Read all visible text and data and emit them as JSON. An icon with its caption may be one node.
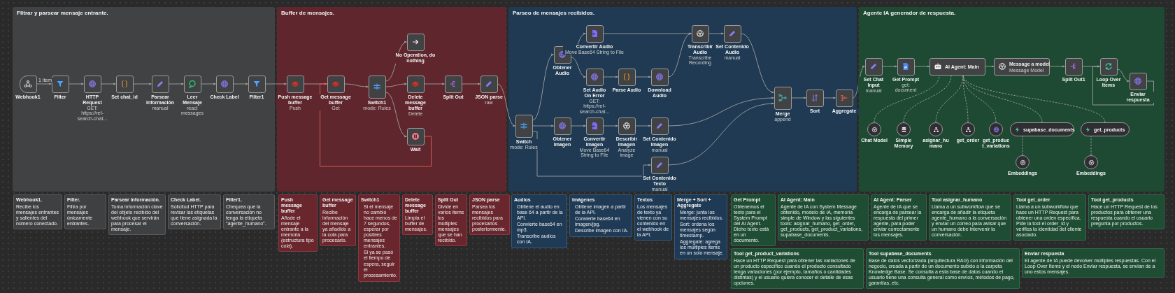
{
  "diagram": {
    "nodes": [
      {
        "text": [
          "Filtrar y parsear mensaje entrante."
        ]
      },
      {
        "text": [
          "Webhook1"
        ],
        "in": 0
      },
      {
        "text": [
          "Filter"
        ],
        "in": 0
      },
      {
        "text": [
          "HTTP Request",
          "GET: https://ref-search-chat..."
        ],
        "in": 0
      },
      {
        "text": [
          "Set chat_id"
        ],
        "in": 0
      },
      {
        "text": [
          "Parsear información",
          "manual"
        ],
        "in": 0
      },
      {
        "text": [
          "Leer Mensaje",
          "read: messages"
        ],
        "in": 0
      },
      {
        "text": [
          "Check Label"
        ],
        "in": 0
      },
      {
        "text": [
          "Filter1"
        ],
        "in": 0
      },
      {
        "text": [
          "Buffer de mensajes."
        ]
      },
      {
        "text": [
          "Push message buffer",
          "Push"
        ],
        "in": 9
      },
      {
        "text": [
          "Get message buffer",
          "Get"
        ],
        "in": 9
      },
      {
        "text": [
          "Switch1",
          "mode: Rules"
        ],
        "in": 9
      },
      {
        "text": [
          "No Operation, do nothing"
        ],
        "in": 9
      },
      {
        "text": [
          "Delete message buffer",
          "Delete"
        ],
        "in": 9
      },
      {
        "text": [
          "Wait"
        ],
        "in": 9
      },
      {
        "text": [
          "Split Out"
        ],
        "in": 9
      },
      {
        "text": [
          "JSON parse",
          "raw"
        ],
        "in": 9
      },
      {
        "text": [
          "Parseo de mensajes recibidos."
        ]
      },
      {
        "text": [
          "Switch",
          "mode: Rules"
        ],
        "in": 18
      },
      {
        "text": [
          "Obtener Audio"
        ],
        "in": 18
      },
      {
        "text": [
          "Convertir Audio",
          "Move Base64 String to File"
        ],
        "in": 18
      },
      {
        "text": [
          "Set Audio On Error",
          "GET: https://ref-search-chat..."
        ],
        "in": 18
      },
      {
        "text": [
          "Parse Audio"
        ],
        "in": 18
      },
      {
        "text": [
          "Download Audio"
        ],
        "in": 18
      },
      {
        "text": [
          "Transcribir Audio",
          "Transcribe Recording"
        ],
        "in": 18
      },
      {
        "text": [
          "Set Contenido Audio",
          "manual"
        ],
        "in": 18
      },
      {
        "text": [
          "Obtener Imagen"
        ],
        "in": 18
      },
      {
        "text": [
          "Convertir Imagen",
          "Move Base64 String to File"
        ],
        "in": 18
      },
      {
        "text": [
          "Describir Imagen",
          "Analyze image"
        ],
        "in": 18
      },
      {
        "text": [
          "Set Contenido Imagen",
          "manual"
        ],
        "in": 18
      },
      {
        "text": [
          "Set Contenido Texto",
          "manual"
        ],
        "in": 18
      },
      {
        "text": [
          "Merge",
          "append"
        ],
        "in": 18
      },
      {
        "text": [
          "Sort"
        ],
        "in": 18
      },
      {
        "text": [
          "Aggregate"
        ],
        "in": 18
      },
      {
        "text": [
          "Agente IA generador de respuesta."
        ]
      },
      {
        "text": [
          "Set Chat Input",
          "manual"
        ],
        "in": 35
      },
      {
        "text": [
          "Get Prompt",
          "get: document"
        ],
        "in": 35
      },
      {
        "text": [
          "AI Agent: Main"
        ],
        "in": 35
      },
      {
        "text": [
          "Message a model",
          "Message Model"
        ],
        "in": 35
      },
      {
        "text": [
          "Split Out1"
        ],
        "in": 35
      },
      {
        "text": [
          "Loop Over Items"
        ],
        "in": 35
      },
      {
        "text": [
          "Enviar respuesta"
        ],
        "in": 35
      },
      {
        "text": [
          "Chat Model"
        ],
        "in": 35
      },
      {
        "text": [
          "Simple Memory"
        ],
        "in": 35
      },
      {
        "text": [
          "asignar_humano"
        ],
        "in": 35
      },
      {
        "text": [
          "get_order"
        ],
        "in": 35
      },
      {
        "text": [
          "get_product_variations"
        ],
        "in": 35
      },
      {
        "text": [
          "supabase_documents"
        ],
        "in": 35
      },
      {
        "text": [
          "get_products"
        ],
        "in": 35
      },
      {
        "text": [
          "Embeddings"
        ],
        "in": 35
      },
      {
        "text": [
          "Embeddings"
        ],
        "in": 35
      },
      {
        "text": [
          "Webhook1.",
          "Recibe los mensajes entrantes y salientes del número conectado."
        ]
      },
      {
        "text": [
          "Filter.",
          "Filtra por mensajes únicamente entrantes."
        ]
      },
      {
        "text": [
          "Parsear información.",
          "Toma información clave del objeto recibido del webhook que servirán para procesar el mensaje."
        ]
      },
      {
        "text": [
          "Check Label.",
          "Solicitud HTTP para revisar las etiquetas que tiene asignada la conversación."
        ]
      },
      {
        "text": [
          "Filter1.",
          "Chequea que la conversación no tenga la etiqueta \"agente_humano\"."
        ]
      },
      {
        "text": [
          "Push message buffer",
          "Añade el mensaje entrante a la memoria (estructura tipo cola)."
        ]
      },
      {
        "text": [
          "Get message buffer",
          "Recibe información del mensaje ya añadido a la cola para procesarlo."
        ]
      },
      {
        "text": [
          "Switch1",
          "Si el mensaje no cambió hace menos de 7 segundos, esperar por posibles mensajes entrantes.",
          "Si ya se pasó el tiempo de espera, seguir el procesamiento."
        ]
      },
      {
        "text": [
          "Delete message buffer",
          "Limpia el buffer de mensajes."
        ]
      },
      {
        "text": [
          "Split Out",
          "Divide en varios items los múltiples mensajes que se han recibido."
        ]
      },
      {
        "text": [
          "JSON parse",
          "Parsea los mensajes recibidos para procesarlos posteriormente."
        ]
      },
      {
        "text": [
          "Audios",
          "Obtiene el audio en base 64 a partir de la API.",
          "Convierte base64 en mp3.",
          "Transcribe audios con IA."
        ]
      },
      {
        "text": [
          "Imágenes",
          "Obtiene imagen a partir de la API.",
          "Convierte base64 en imagen/jpg.",
          "Describe imagen con IA."
        ]
      },
      {
        "text": [
          "Textos",
          "Los mensajes de texto ya vienen con su contenido en el webhook de la API."
        ]
      },
      {
        "text": [
          "Merge + Sort + Aggregate",
          "Merge: junta los mensajes recibidos.",
          "Sort: ordena los mensajes según timestamp.",
          "Aggregate: agrega los múltiples items en un solo mensaje."
        ]
      },
      {
        "text": [
          "Get Prompt",
          "Obtenemos el texto para el System Prompt del AI Agent. Dicho texto está en un documento."
        ]
      },
      {
        "text": [
          "AI Agent: Main",
          "Agente de IA con System Message obtenido, modelo de IA, memoria simple de Window y las siguientes tools: asignar_humano, get_order, get_products, get_product_variations, supabase_documents."
        ]
      },
      {
        "text": [
          "AI Agent: Parser",
          "Agente de IA que se encarga de parsear la respuesta del primer agente, para poder enviar correctamente los mensajes."
        ]
      },
      {
        "text": [
          "Tool asignar_humano",
          "Llama a un subworkflow que se encarga de añadir la etiqueta agente_humano a la conversación y enviar un correo para avisar que un humano debe intervenir la conversación."
        ]
      },
      {
        "text": [
          "Tool get_order",
          "Llama a un subworkflow que hace un HTTP Request para obtener una orden específica. Pide la tool el order_id y verifica la identidad del cliente asociado."
        ]
      },
      {
        "text": [
          "Tool get_products",
          "Hace un HTTP Request de los productos para obtener una respuesta cuando el usuario pregunta por productos."
        ]
      },
      {
        "text": [
          "Tool get_product_variations",
          "Hace un HTTP Request para obtener las variaciones de un producto específico cuando el producto consultado tenga variaciones (por ejemplo, tamaños o cantidades distintas) y el usuario quiera conocer el detalle de esas opciones."
        ]
      },
      {
        "text": [
          "Tool supabase_documents",
          "Base de datos vectorizada (arquitectura RAG) con información del negocio, creada a partir de un documento subido a la carpeta Knowledge Base. Se consulta a esta base de datos cuando el usuario tiene una consulta general como envíos, métodos de pago, garantías, etc."
        ]
      },
      {
        "text": [
          "Enviar respuesta",
          "El agente de IA puede devolver múltiples respuestas. Con el Loop Over Items y el nodo Enviar respuesta, se envían de a uno estos mensajes."
        ]
      }
    ],
    "edges": [
      {
        "from": 1,
        "to": 2,
        "arrow": "to",
        "label": "1 item"
      },
      {
        "from": 2,
        "to": 3,
        "arrow": "to"
      },
      {
        "from": 3,
        "to": 4,
        "arrow": "to"
      },
      {
        "from": 4,
        "to": 5,
        "arrow": "to"
      },
      {
        "from": 5,
        "to": 6,
        "arrow": "to"
      },
      {
        "from": 6,
        "to": 7,
        "arrow": "to"
      },
      {
        "from": 7,
        "to": 8,
        "arrow": "to"
      },
      {
        "from": 8,
        "to": 10,
        "arrow": "to"
      },
      {
        "from": 10,
        "to": 11,
        "arrow": "to"
      },
      {
        "from": 11,
        "to": 12,
        "arrow": "to"
      },
      {
        "from": 12,
        "to": 13,
        "arrow": "to"
      },
      {
        "from": 12,
        "to": 14,
        "arrow": "to"
      },
      {
        "from": 12,
        "to": 15,
        "arrow": "to"
      },
      {
        "from": 15,
        "to": 11,
        "arrow": "to",
        "color": "#e0604f"
      },
      {
        "from": 14,
        "to": 16,
        "arrow": "to"
      },
      {
        "from": 16,
        "to": 17,
        "arrow": "to"
      },
      {
        "from": 17,
        "to": 19,
        "arrow": "to"
      },
      {
        "from": 19,
        "to": 20,
        "arrow": "to"
      },
      {
        "from": 19,
        "to": 27,
        "arrow": "to"
      },
      {
        "from": 19,
        "to": 31,
        "arrow": "to"
      },
      {
        "from": 20,
        "to": 21,
        "arrow": "to"
      },
      {
        "from": 20,
        "to": 22,
        "arrow": "to"
      },
      {
        "from": 21,
        "to": 25,
        "arrow": "to"
      },
      {
        "from": 22,
        "to": 23,
        "arrow": "to"
      },
      {
        "from": 23,
        "to": 24,
        "arrow": "to"
      },
      {
        "from": 24,
        "to": 25,
        "arrow": "to"
      },
      {
        "from": 25,
        "to": 26,
        "arrow": "to"
      },
      {
        "from": 26,
        "to": 32,
        "arrow": "to"
      },
      {
        "from": 27,
        "to": 28,
        "arrow": "to"
      },
      {
        "from": 28,
        "to": 29,
        "arrow": "to"
      },
      {
        "from": 29,
        "to": 30,
        "arrow": "to"
      },
      {
        "from": 30,
        "to": 32,
        "arrow": "to"
      },
      {
        "from": 31,
        "to": 32,
        "arrow": "to"
      },
      {
        "from": 32,
        "to": 33,
        "arrow": "to"
      },
      {
        "from": 33,
        "to": 34,
        "arrow": "to"
      },
      {
        "from": 34,
        "to": 36,
        "arrow": "to"
      },
      {
        "from": 36,
        "to": 37,
        "arrow": "to"
      },
      {
        "from": 37,
        "to": 38,
        "arrow": "to"
      },
      {
        "from": 38,
        "to": 39,
        "arrow": "to"
      },
      {
        "from": 39,
        "to": 40,
        "arrow": "to"
      },
      {
        "from": 40,
        "to": 41,
        "arrow": "to"
      },
      {
        "from": 41,
        "to": 42,
        "arrow": "to"
      },
      {
        "from": 42,
        "to": 41,
        "arrow": "to"
      },
      {
        "from": 43,
        "to": 38,
        "arrow": "none",
        "style": "dashed"
      },
      {
        "from": 44,
        "to": 38,
        "arrow": "none",
        "style": "dashed"
      },
      {
        "from": 45,
        "to": 38,
        "arrow": "none",
        "style": "dashed"
      },
      {
        "from": 46,
        "to": 38,
        "arrow": "none",
        "style": "dashed"
      },
      {
        "from": 47,
        "to": 38,
        "arrow": "none",
        "style": "dashed"
      },
      {
        "from": 48,
        "to": 38,
        "arrow": "none",
        "style": "dashed"
      },
      {
        "from": 49,
        "to": 38,
        "arrow": "none",
        "style": "dashed"
      },
      {
        "from": 50,
        "to": 48,
        "arrow": "none",
        "style": "dashed"
      },
      {
        "from": 51,
        "to": 49,
        "arrow": "none",
        "style": "dashed"
      }
    ]
  }
}
